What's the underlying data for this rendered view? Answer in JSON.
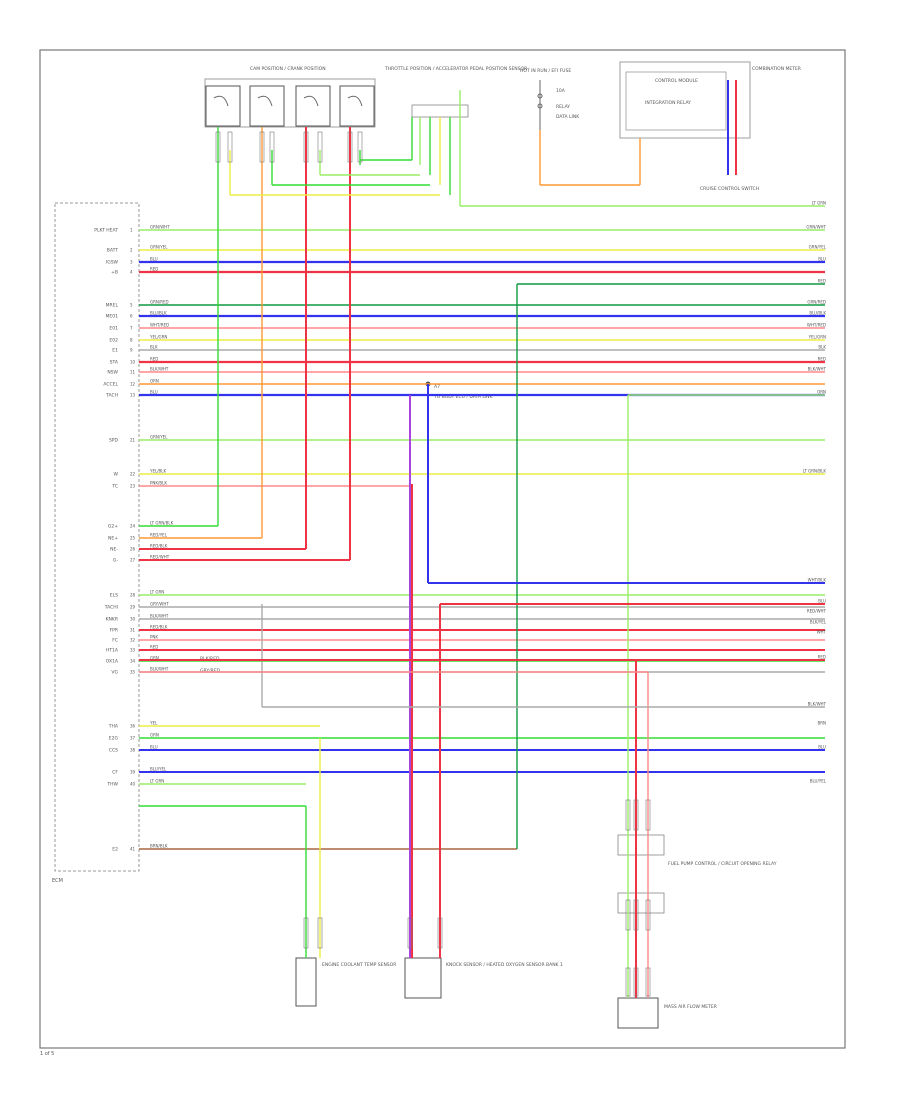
{
  "diagram": {
    "ecm_label": "ECM",
    "page_ref": "1 of 5",
    "sensors_group_label": "CAM POSITION / CRANK POSITION",
    "throttle_group_label": "THROTTLE POSITION / ACCELERATOR PEDAL POSITION SENSOR",
    "fuse_group_label": "HOT IN RUN / EFI FUSE",
    "fuse_note_1": "10A",
    "fuse_note_2": "RELAY",
    "fuse_note_3": "DATA LINK",
    "module_box_label": "CONTROL MODULE",
    "module_box_sub": "INTEGRATION RELAY",
    "module_right_label": "COMBINATION METER",
    "module_bottom_label": "CRUISE CONTROL SWITCH",
    "splice_label": "A7",
    "splice_note": "TO BODY ECU / DATA LINK",
    "wire_note_1": "BLK/RED",
    "wire_note_2": "GRY/RED",
    "bottom_left_label": "ENGINE COOLANT TEMP SENSOR",
    "bottom_mid_label": "KNOCK SENSOR / HEATED OXYGEN SENSOR BANK 1",
    "right_stack_label": "FUEL PUMP CONTROL / CIRCUIT OPENING RELAY",
    "bottom_right_label": "MASS AIR FLOW METER"
  },
  "wire_colors": {
    "green": "#33dd33",
    "light_green": "#99ee66",
    "yellow": "#eeee44",
    "blue": "#3333ee",
    "red": "#ee3344",
    "pink": "#ff8888",
    "orange": "#ff9933",
    "purple": "#aa44dd",
    "gray": "#aaaaaa",
    "dark_green": "#119944",
    "brown": "#aa6644",
    "black": "#444444",
    "frame": "#777777"
  },
  "ecm_pins": [
    {
      "label": "PLKT HEAT",
      "num": "1",
      "color": "light_green",
      "code": "GRN/WHT"
    },
    {
      "label": "BATT",
      "num": "2",
      "color": "yellow",
      "code": "GRN/YEL"
    },
    {
      "label": "IGSW",
      "num": "3",
      "color": "blue",
      "code": "BLU"
    },
    {
      "label": "+B",
      "num": "4",
      "color": "red",
      "code": "RED"
    },
    {
      "label": "MREL",
      "num": "5",
      "color": "dark_green",
      "code": "GRN/RED"
    },
    {
      "label": "ME01",
      "num": "6",
      "color": "blue",
      "code": "BLU/BLK"
    },
    {
      "label": "E01",
      "num": "7",
      "color": "pink",
      "code": "WHT/RED"
    },
    {
      "label": "E02",
      "num": "8",
      "color": "yellow",
      "code": "YEL/GRN"
    },
    {
      "label": "E1",
      "num": "9",
      "color": "gray",
      "code": "BLK"
    },
    {
      "label": "STA",
      "num": "10",
      "color": "red",
      "code": "RED"
    },
    {
      "label": "NSW",
      "num": "11",
      "color": "pink",
      "code": "BLK/WHT"
    },
    {
      "label": "ACCEL",
      "num": "12",
      "color": "orange",
      "code": "ORN"
    },
    {
      "label": "TACH",
      "num": "13",
      "color": "blue",
      "code": "BLU"
    }
  ],
  "lower_pins": [
    {
      "label": "SPD",
      "num": "21",
      "color": "light_green",
      "code": "GRN/YEL"
    },
    {
      "label": "W",
      "num": "22",
      "color": "yellow",
      "code": "YEL/BLK"
    },
    {
      "label": "TC",
      "num": "23",
      "color": "pink",
      "code": "PNK/BLK"
    },
    {
      "label": "G2+",
      "num": "24",
      "color": "green",
      "code": "LT GRN/BLK"
    },
    {
      "label": "NE+",
      "num": "25",
      "color": "orange",
      "code": "RED/YEL"
    },
    {
      "label": "NE-",
      "num": "26",
      "color": "red",
      "code": "RED/BLK"
    },
    {
      "label": "G-",
      "num": "27",
      "color": "red",
      "code": "RED/WHT"
    },
    {
      "label": "ELS",
      "num": "28",
      "color": "light_green",
      "code": "LT GRN"
    },
    {
      "label": "TACHI",
      "num": "29",
      "color": "gray",
      "code": "GRY/WHT"
    },
    {
      "label": "KNKR",
      "num": "30",
      "color": "gray",
      "code": "BLK/WHT"
    },
    {
      "label": "FPR",
      "num": "31",
      "color": "red",
      "code": "RED/BLK"
    },
    {
      "label": "FC",
      "num": "32",
      "color": "pink",
      "code": "PNK"
    },
    {
      "label": "HT1A",
      "num": "33",
      "color": "red",
      "code": "RED"
    },
    {
      "label": "OX1A",
      "num": "34",
      "color": "green",
      "code": "GRN"
    },
    {
      "label": "VG",
      "num": "35",
      "color": "gray",
      "code": "BLK/WHT"
    },
    {
      "label": "THA",
      "num": "36",
      "color": "yellow",
      "code": "YEL"
    },
    {
      "label": "E2G",
      "num": "37",
      "color": "green",
      "code": "GRN"
    },
    {
      "label": "CCS",
      "num": "38",
      "color": "blue",
      "code": "BLU"
    },
    {
      "label": "CF",
      "num": "39",
      "color": "blue",
      "code": "BLU/YEL"
    },
    {
      "label": "THW",
      "num": "40",
      "color": "light_green",
      "code": "LT GRN"
    },
    {
      "label": "E2",
      "num": "41",
      "color": "brown",
      "code": "BRN/BLK"
    }
  ],
  "right_codes": [
    "LT GRN",
    "GRN/WHT",
    "GRN/YEL",
    "BLU",
    "RED",
    "GRN/RED",
    "BLU/BLK",
    "WHT/RED",
    "YEL/GRN",
    "BLK",
    "RED",
    "BLK/WHT",
    "ORN",
    "LT GRN/BLK",
    "WHT/BLK",
    "BLU",
    "RED/WHT",
    "BLK/YEL",
    "WHT",
    "RED",
    "BLK/WHT",
    "BRN",
    "BLU",
    "BLU/YEL"
  ]
}
